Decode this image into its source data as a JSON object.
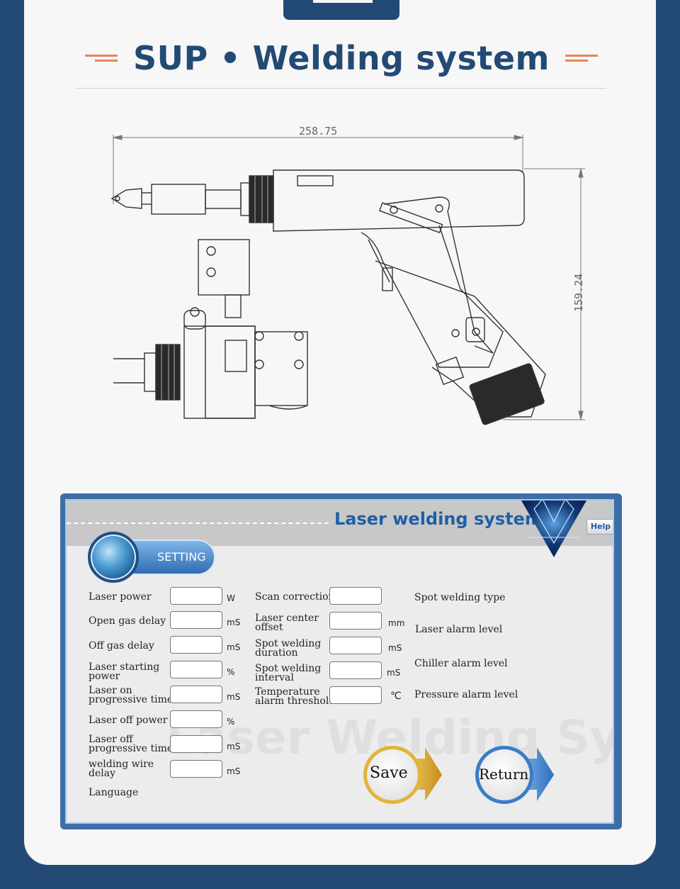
{
  "page": {
    "title": "SUP • Welding system",
    "colors": {
      "background": "#234a74",
      "accent_dash": "#e8845a",
      "title": "#234a74"
    }
  },
  "drawing": {
    "dimension_width": "258.75",
    "dimension_height": "159.24"
  },
  "panel": {
    "title": "Laser welding system",
    "help_label": "Help",
    "setting_label": "SETTING",
    "watermark": "Laser Welding System",
    "colors": {
      "frame": "#3d6ea8",
      "title": "#1f5fa6"
    },
    "left_params": [
      {
        "label1": "Laser power",
        "label2": "",
        "unit": "W"
      },
      {
        "label1": "Open gas delay",
        "label2": "",
        "unit": "mS"
      },
      {
        "label1": "Off gas delay",
        "label2": "",
        "unit": "mS"
      },
      {
        "label1": "Laser starting",
        "label2": "power",
        "unit": "%"
      },
      {
        "label1": "Laser on",
        "label2": "progressive time",
        "unit": "mS"
      },
      {
        "label1": "Laser off power",
        "label2": "",
        "unit": "%"
      },
      {
        "label1": "Laser off",
        "label2": "progressive time",
        "unit": "mS"
      },
      {
        "label1": "welding wire",
        "label2": "delay",
        "unit": "mS"
      }
    ],
    "language_label": "Language",
    "middle_params": [
      {
        "label1": "Scan correction",
        "label2": "",
        "unit": ""
      },
      {
        "label1": "Laser center",
        "label2": "offset",
        "unit": "mm"
      },
      {
        "label1": "Spot welding",
        "label2": "duration",
        "unit": "mS"
      },
      {
        "label1": "Spot welding",
        "label2": "interval",
        "unit": "mS"
      },
      {
        "label1": "Temperature",
        "label2": "alarm threshold",
        "unit": "℃"
      }
    ],
    "right_labels": [
      "Spot welding type",
      "Laser alarm level",
      "Chiller alarm level",
      "Pressure alarm level"
    ],
    "save_label": "Save",
    "return_label": "Return"
  }
}
